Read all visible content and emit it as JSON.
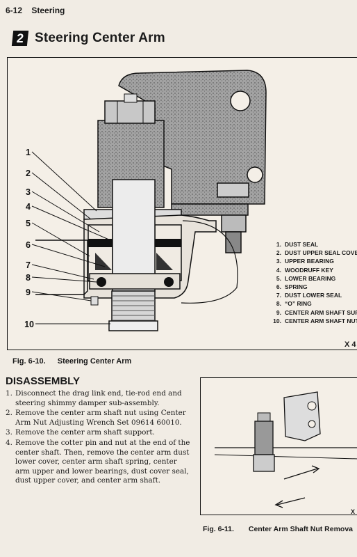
{
  "header": {
    "page_number": "6-12",
    "section": "Steering"
  },
  "section": {
    "badge": "2",
    "title": "Steering Center Arm"
  },
  "figure_10": {
    "callouts": [
      "1",
      "2",
      "3",
      "4",
      "5",
      "6",
      "7",
      "8",
      "9",
      "10"
    ],
    "legend": [
      {
        "n": "1.",
        "text": "Dust Seal"
      },
      {
        "n": "2.",
        "text": "Dust Upper Seal Cover"
      },
      {
        "n": "3.",
        "text": "Upper Bearing"
      },
      {
        "n": "4.",
        "text": "Woodruff Key"
      },
      {
        "n": "5.",
        "text": "Lower Bearing"
      },
      {
        "n": "6.",
        "text": "Spring"
      },
      {
        "n": "7.",
        "text": "Dust Lower Seal"
      },
      {
        "n": "8.",
        "text": "“O” Ring"
      },
      {
        "n": "9.",
        "text": "Center Arm Shaft Suppo"
      },
      {
        "n": "10.",
        "text": "Center Arm Shaft Nut"
      }
    ],
    "code": "X 4",
    "caption_label": "Fig. 6-10.",
    "caption_text": "Steering Center Arm"
  },
  "disassembly": {
    "heading": "DISASSEMBLY",
    "steps": [
      {
        "n": "1.",
        "text": "Disconnect the drag link end, tie-rod end and steering shimmy damper sub-assembly."
      },
      {
        "n": "2.",
        "text": "Remove the center arm shaft nut using Center Arm Nut Adjusting Wrench Set 09614 60010."
      },
      {
        "n": "3.",
        "text": "Remove the center arm shaft support."
      },
      {
        "n": "4.",
        "text": "Remove the cotter pin and nut at the end of the center shaft. Then, remove the center arm dust lower cover, center arm shaft spring, center arm upper and lower bearings, dust cover seal, dust upper cover, and center arm shaft."
      }
    ]
  },
  "figure_11": {
    "code": "X",
    "caption_label": "Fig. 6-11.",
    "caption_text": "Center Arm Shaft Nut Remova"
  },
  "colors": {
    "paper": "#f1ece4",
    "ink": "#1a1a1a",
    "casting": "#9a9a9a"
  }
}
